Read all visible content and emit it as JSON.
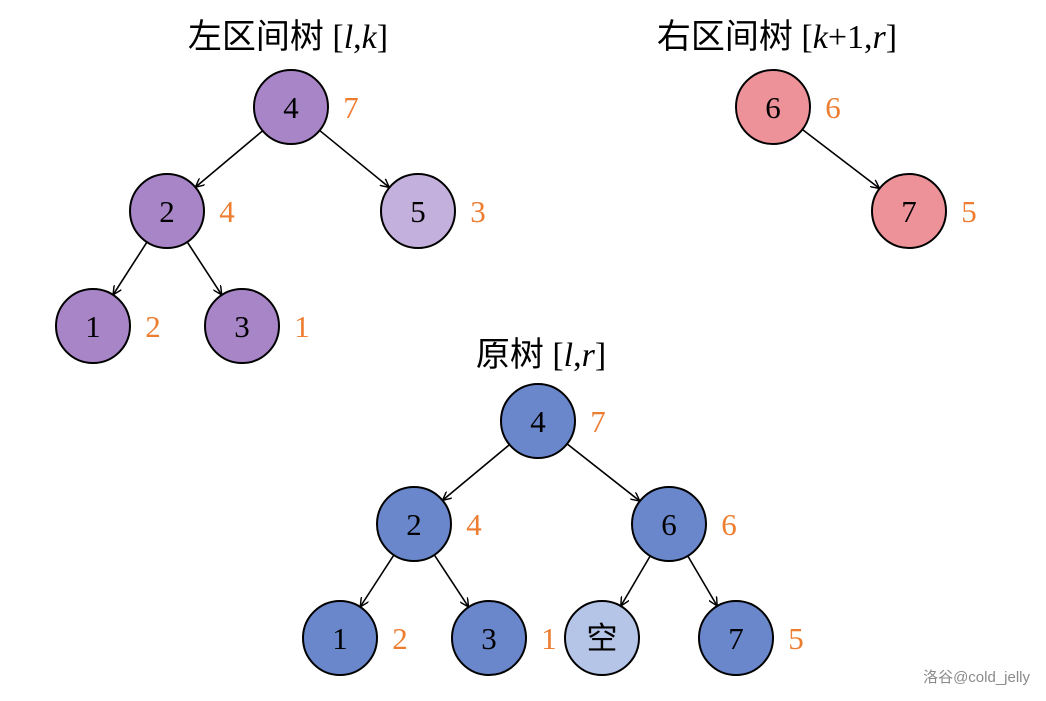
{
  "colors": {
    "left_tree": "#A785C7",
    "left_tree_light": "#C4B0DC",
    "right_tree": "#EE929A",
    "orig_tree": "#6A87CC",
    "orig_tree_empty": "#B5C5E7",
    "weight_text": "#ED7D31",
    "stroke": "#000000"
  },
  "trees": [
    {
      "id": "left",
      "title_prefix": "左区间树 ",
      "title_math": "[l,k]",
      "title_parts": [
        {
          "t": "左区间树 [",
          "i": false
        },
        {
          "t": "l",
          "i": true
        },
        {
          "t": ",",
          "i": false
        },
        {
          "t": "k",
          "i": true
        },
        {
          "t": "]",
          "i": false
        }
      ],
      "nodes": [
        {
          "id": "L4",
          "label": "4",
          "weight": "7",
          "color": "left_tree"
        },
        {
          "id": "L2",
          "label": "2",
          "weight": "4",
          "color": "left_tree"
        },
        {
          "id": "L5",
          "label": "5",
          "weight": "3",
          "color": "left_tree_light"
        },
        {
          "id": "L1",
          "label": "1",
          "weight": "2",
          "color": "left_tree"
        },
        {
          "id": "L3",
          "label": "3",
          "weight": "1",
          "color": "left_tree"
        }
      ],
      "edges": [
        [
          "L4",
          "L2"
        ],
        [
          "L4",
          "L5"
        ],
        [
          "L2",
          "L1"
        ],
        [
          "L2",
          "L3"
        ]
      ]
    },
    {
      "id": "right",
      "title_parts": [
        {
          "t": "右区间树 [",
          "i": false
        },
        {
          "t": "k",
          "i": true
        },
        {
          "t": "+1,",
          "i": false
        },
        {
          "t": "r",
          "i": true
        },
        {
          "t": "]",
          "i": false
        }
      ],
      "nodes": [
        {
          "id": "R6",
          "label": "6",
          "weight": "6",
          "color": "right_tree"
        },
        {
          "id": "R7",
          "label": "7",
          "weight": "5",
          "color": "right_tree"
        }
      ],
      "edges": [
        [
          "R6",
          "R7"
        ]
      ]
    },
    {
      "id": "original",
      "title_parts": [
        {
          "t": "原树 [",
          "i": false
        },
        {
          "t": "l",
          "i": true
        },
        {
          "t": ",",
          "i": false
        },
        {
          "t": "r",
          "i": true
        },
        {
          "t": "]",
          "i": false
        }
      ],
      "nodes": [
        {
          "id": "O4",
          "label": "4",
          "weight": "7",
          "color": "orig_tree"
        },
        {
          "id": "O2",
          "label": "2",
          "weight": "4",
          "color": "orig_tree"
        },
        {
          "id": "O6",
          "label": "6",
          "weight": "6",
          "color": "orig_tree"
        },
        {
          "id": "O1",
          "label": "1",
          "weight": "2",
          "color": "orig_tree"
        },
        {
          "id": "O3",
          "label": "3",
          "weight": "1",
          "color": "orig_tree"
        },
        {
          "id": "OE",
          "label": "空",
          "weight": "",
          "color": "orig_tree_empty"
        },
        {
          "id": "O7",
          "label": "7",
          "weight": "5",
          "color": "orig_tree"
        }
      ],
      "edges": [
        [
          "O4",
          "O2"
        ],
        [
          "O4",
          "O6"
        ],
        [
          "O2",
          "O1"
        ],
        [
          "O2",
          "O3"
        ],
        [
          "O6",
          "OE"
        ],
        [
          "O6",
          "O7"
        ]
      ]
    }
  ],
  "watermark": "洛谷@cold_jelly"
}
